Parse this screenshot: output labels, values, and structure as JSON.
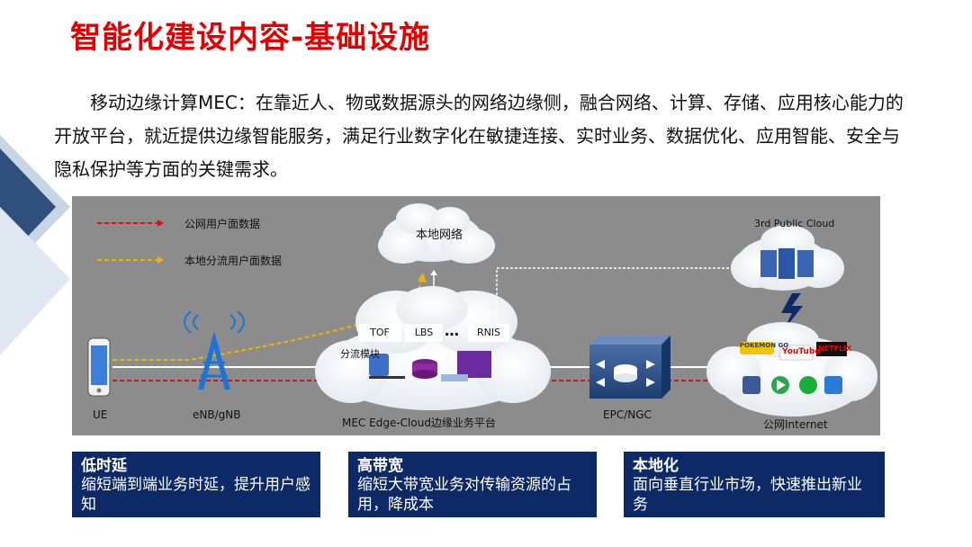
{
  "title": "智能化建设内容-基础设施",
  "intro": {
    "line1": "移动边缘计算MEC：在靠近人、物或数据源头的网络边缘侧，融合网络、计算、存储、应用核心能力的",
    "line2": "开放平台，就近提供边缘智能服务，满足行业数字化在敏捷连接、实时业务、数据优化、应用智能、安全与",
    "line3": "隐私保护等方面的关键需求。"
  },
  "legend": {
    "public": "公网用户面数据",
    "local": "本地分流用户面数据"
  },
  "diagram": {
    "local_net": "本地网络",
    "public_cloud": "3rd Public Cloud",
    "tof": "TOF",
    "lbs": "LBS",
    "ellipsis": "…",
    "rnis": "RNIS",
    "splitter": "分流模块",
    "ue": "UE",
    "enb": "eNB/gNB",
    "mec": "MEC Edge-Cloud边缘业务平台",
    "epc": "EPC/NGC",
    "internet": "公网Internet",
    "pokemon": "POKEMON GO",
    "youtube": "YouTube",
    "netflix": "NETFLIX"
  },
  "features": [
    {
      "title": "低时延",
      "desc": "缩短端到端业务时延，提升用户感知"
    },
    {
      "title": "高带宽",
      "desc": "缩短大带宽业务对传输资源的占用，降成本"
    },
    {
      "title": "本地化",
      "desc": "面向垂直行业市场，快速推出新业务"
    }
  ],
  "colors": {
    "title": "#e30000",
    "public_line": "#e01010",
    "local_line": "#f0b400",
    "box_bg": "#0e2a66",
    "diagram_bg": "#8c8c8c"
  }
}
